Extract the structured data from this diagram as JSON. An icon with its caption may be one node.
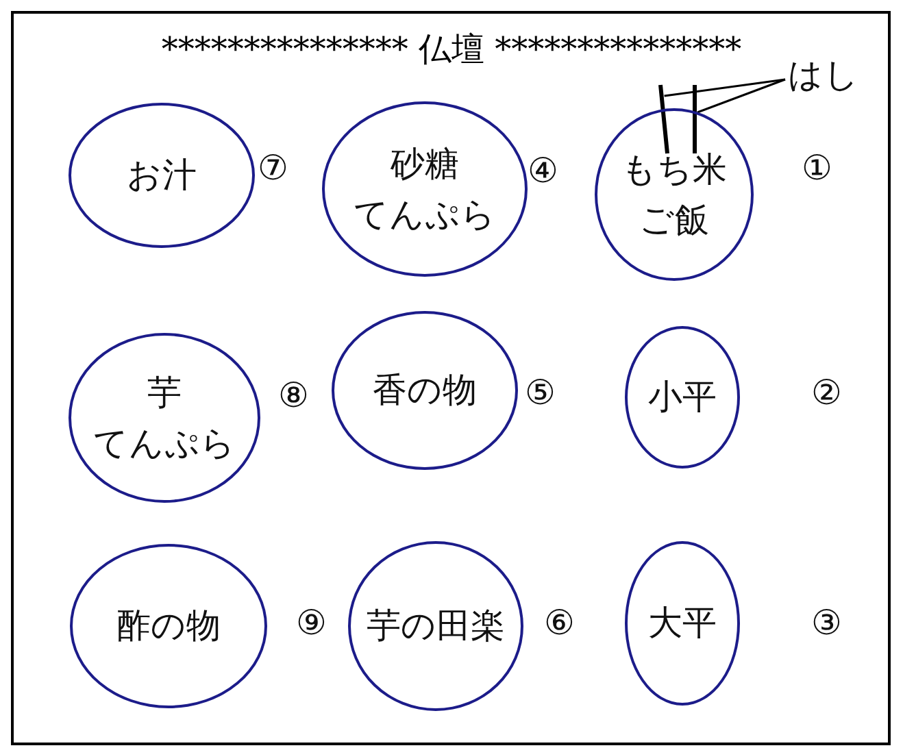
{
  "diagram": {
    "title": "*************** 仏壇 ***************",
    "nodes": [
      {
        "text": [
          "お汁"
        ],
        "beside": [
          "⑦"
        ]
      },
      {
        "text": [
          "砂糖てんぷら"
        ],
        "beside": [
          "④"
        ]
      },
      {
        "text": [
          "もち米ご飯"
        ],
        "beside": [
          "①"
        ]
      },
      {
        "text": [
          "芋てんぷら"
        ],
        "beside": [
          "⑧"
        ]
      },
      {
        "text": [
          "香の物"
        ],
        "beside": [
          "⑤"
        ]
      },
      {
        "text": [
          "小平"
        ],
        "beside": [
          "②"
        ]
      },
      {
        "text": [
          "酢の物"
        ],
        "beside": [
          "⑨"
        ]
      },
      {
        "text": [
          "芋の田楽"
        ],
        "beside": [
          "⑥"
        ]
      },
      {
        "text": [
          "大平"
        ],
        "beside": [
          "③"
        ]
      },
      {
        "text": [
          "はし"
        ]
      },
      {
        "text": [],
        "shape": "bar"
      },
      {
        "text": [],
        "shape": "bar"
      }
    ],
    "edges": [
      {
        "from": 9,
        "to": 10,
        "arrow": "none"
      },
      {
        "from": 9,
        "to": 11,
        "arrow": "none"
      }
    ]
  }
}
